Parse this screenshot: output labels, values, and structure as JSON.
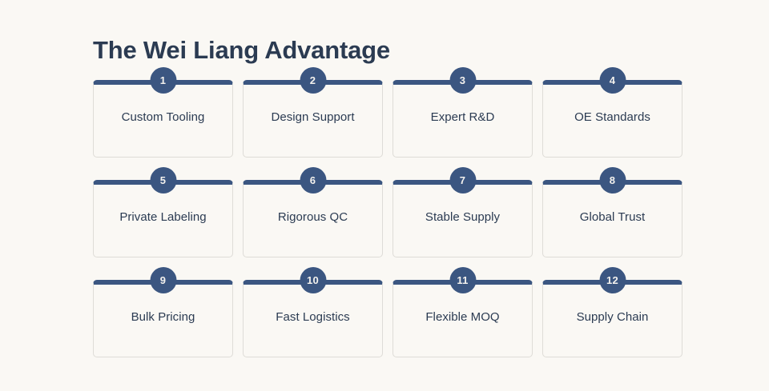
{
  "page": {
    "title": "The Wei Liang Advantage",
    "background_color": "#faf8f4",
    "accent_color": "#3b5681",
    "text_color": "#2b3b52",
    "card_border_color": "#dedcd7"
  },
  "cards": [
    {
      "number": "1",
      "label": "Custom Tooling"
    },
    {
      "number": "2",
      "label": "Design Support"
    },
    {
      "number": "3",
      "label": "Expert R&D"
    },
    {
      "number": "4",
      "label": "OE Standards"
    },
    {
      "number": "5",
      "label": "Private Labeling"
    },
    {
      "number": "6",
      "label": "Rigorous QC"
    },
    {
      "number": "7",
      "label": "Stable Supply"
    },
    {
      "number": "8",
      "label": "Global Trust"
    },
    {
      "number": "9",
      "label": "Bulk Pricing"
    },
    {
      "number": "10",
      "label": "Fast Logistics"
    },
    {
      "number": "11",
      "label": "Flexible MOQ"
    },
    {
      "number": "12",
      "label": "Supply Chain"
    }
  ]
}
